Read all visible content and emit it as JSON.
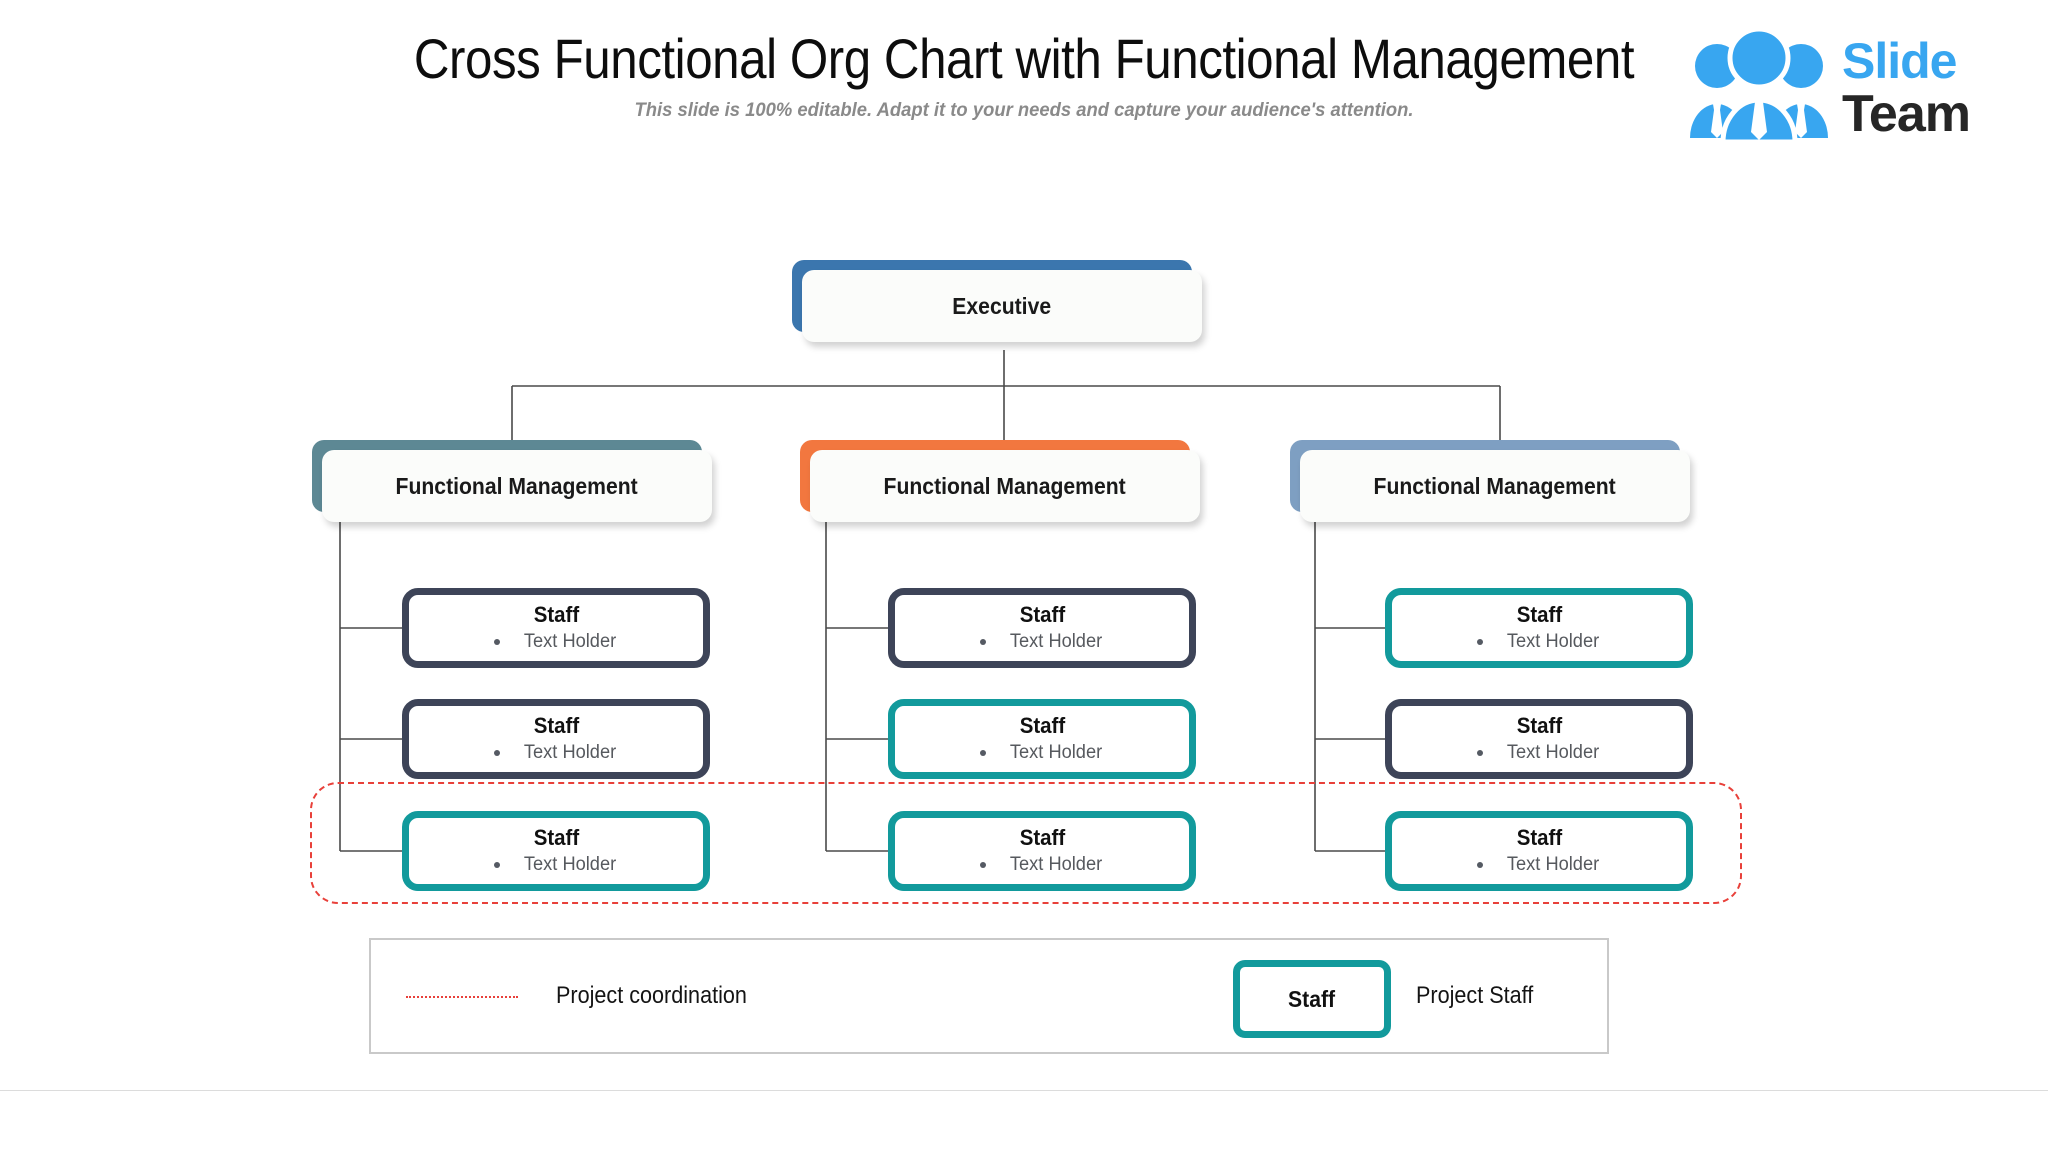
{
  "header": {
    "title": "Cross Functional Org Chart with Functional Management",
    "subtitle": "This slide is 100% editable. Adapt it to your needs and capture your audience's attention."
  },
  "logo": {
    "word1": "Slide",
    "word2": "Team",
    "icon": "three-people-icon",
    "color_blue": "#38a6f0",
    "color_dark": "#262626"
  },
  "chart_data": {
    "type": "diagram",
    "subtype": "org-chart",
    "title": "Cross Functional Org Chart with Functional Management",
    "root": {
      "label": "Executive",
      "accent": "#3b76ae"
    },
    "columns": [
      {
        "manager": {
          "label": "Functional Management",
          "accent": "#5d8894"
        },
        "staff": [
          {
            "title": "Staff",
            "sub": "Text Holder",
            "accent": "#3d4458",
            "project": false
          },
          {
            "title": "Staff",
            "sub": "Text Holder",
            "accent": "#3d4458",
            "project": false
          },
          {
            "title": "Staff",
            "sub": "Text Holder",
            "accent": "#129a9c",
            "project": true
          }
        ]
      },
      {
        "manager": {
          "label": "Functional Management",
          "accent": "#f2773f"
        },
        "staff": [
          {
            "title": "Staff",
            "sub": "Text Holder",
            "accent": "#3d4458",
            "project": false
          },
          {
            "title": "Staff",
            "sub": "Text Holder",
            "accent": "#129a9c",
            "project": false
          },
          {
            "title": "Staff",
            "sub": "Text Holder",
            "accent": "#129a9c",
            "project": true
          }
        ]
      },
      {
        "manager": {
          "label": "Functional Management",
          "accent": "#7e9fc2"
        },
        "staff": [
          {
            "title": "Staff",
            "sub": "Text Holder",
            "accent": "#129a9c",
            "project": false
          },
          {
            "title": "Staff",
            "sub": "Text Holder",
            "accent": "#3d4458",
            "project": false
          },
          {
            "title": "Staff",
            "sub": "Text Holder",
            "accent": "#129a9c",
            "project": true
          }
        ]
      }
    ],
    "project_region": {
      "stroke": "#e8403a",
      "style": "dashed"
    },
    "legend": {
      "coordination_label": "Project coordination",
      "coordination_line_color": "#e8403a",
      "chip_label": "Staff",
      "chip_accent": "#129a9c",
      "chip_description": "Project Staff"
    }
  }
}
